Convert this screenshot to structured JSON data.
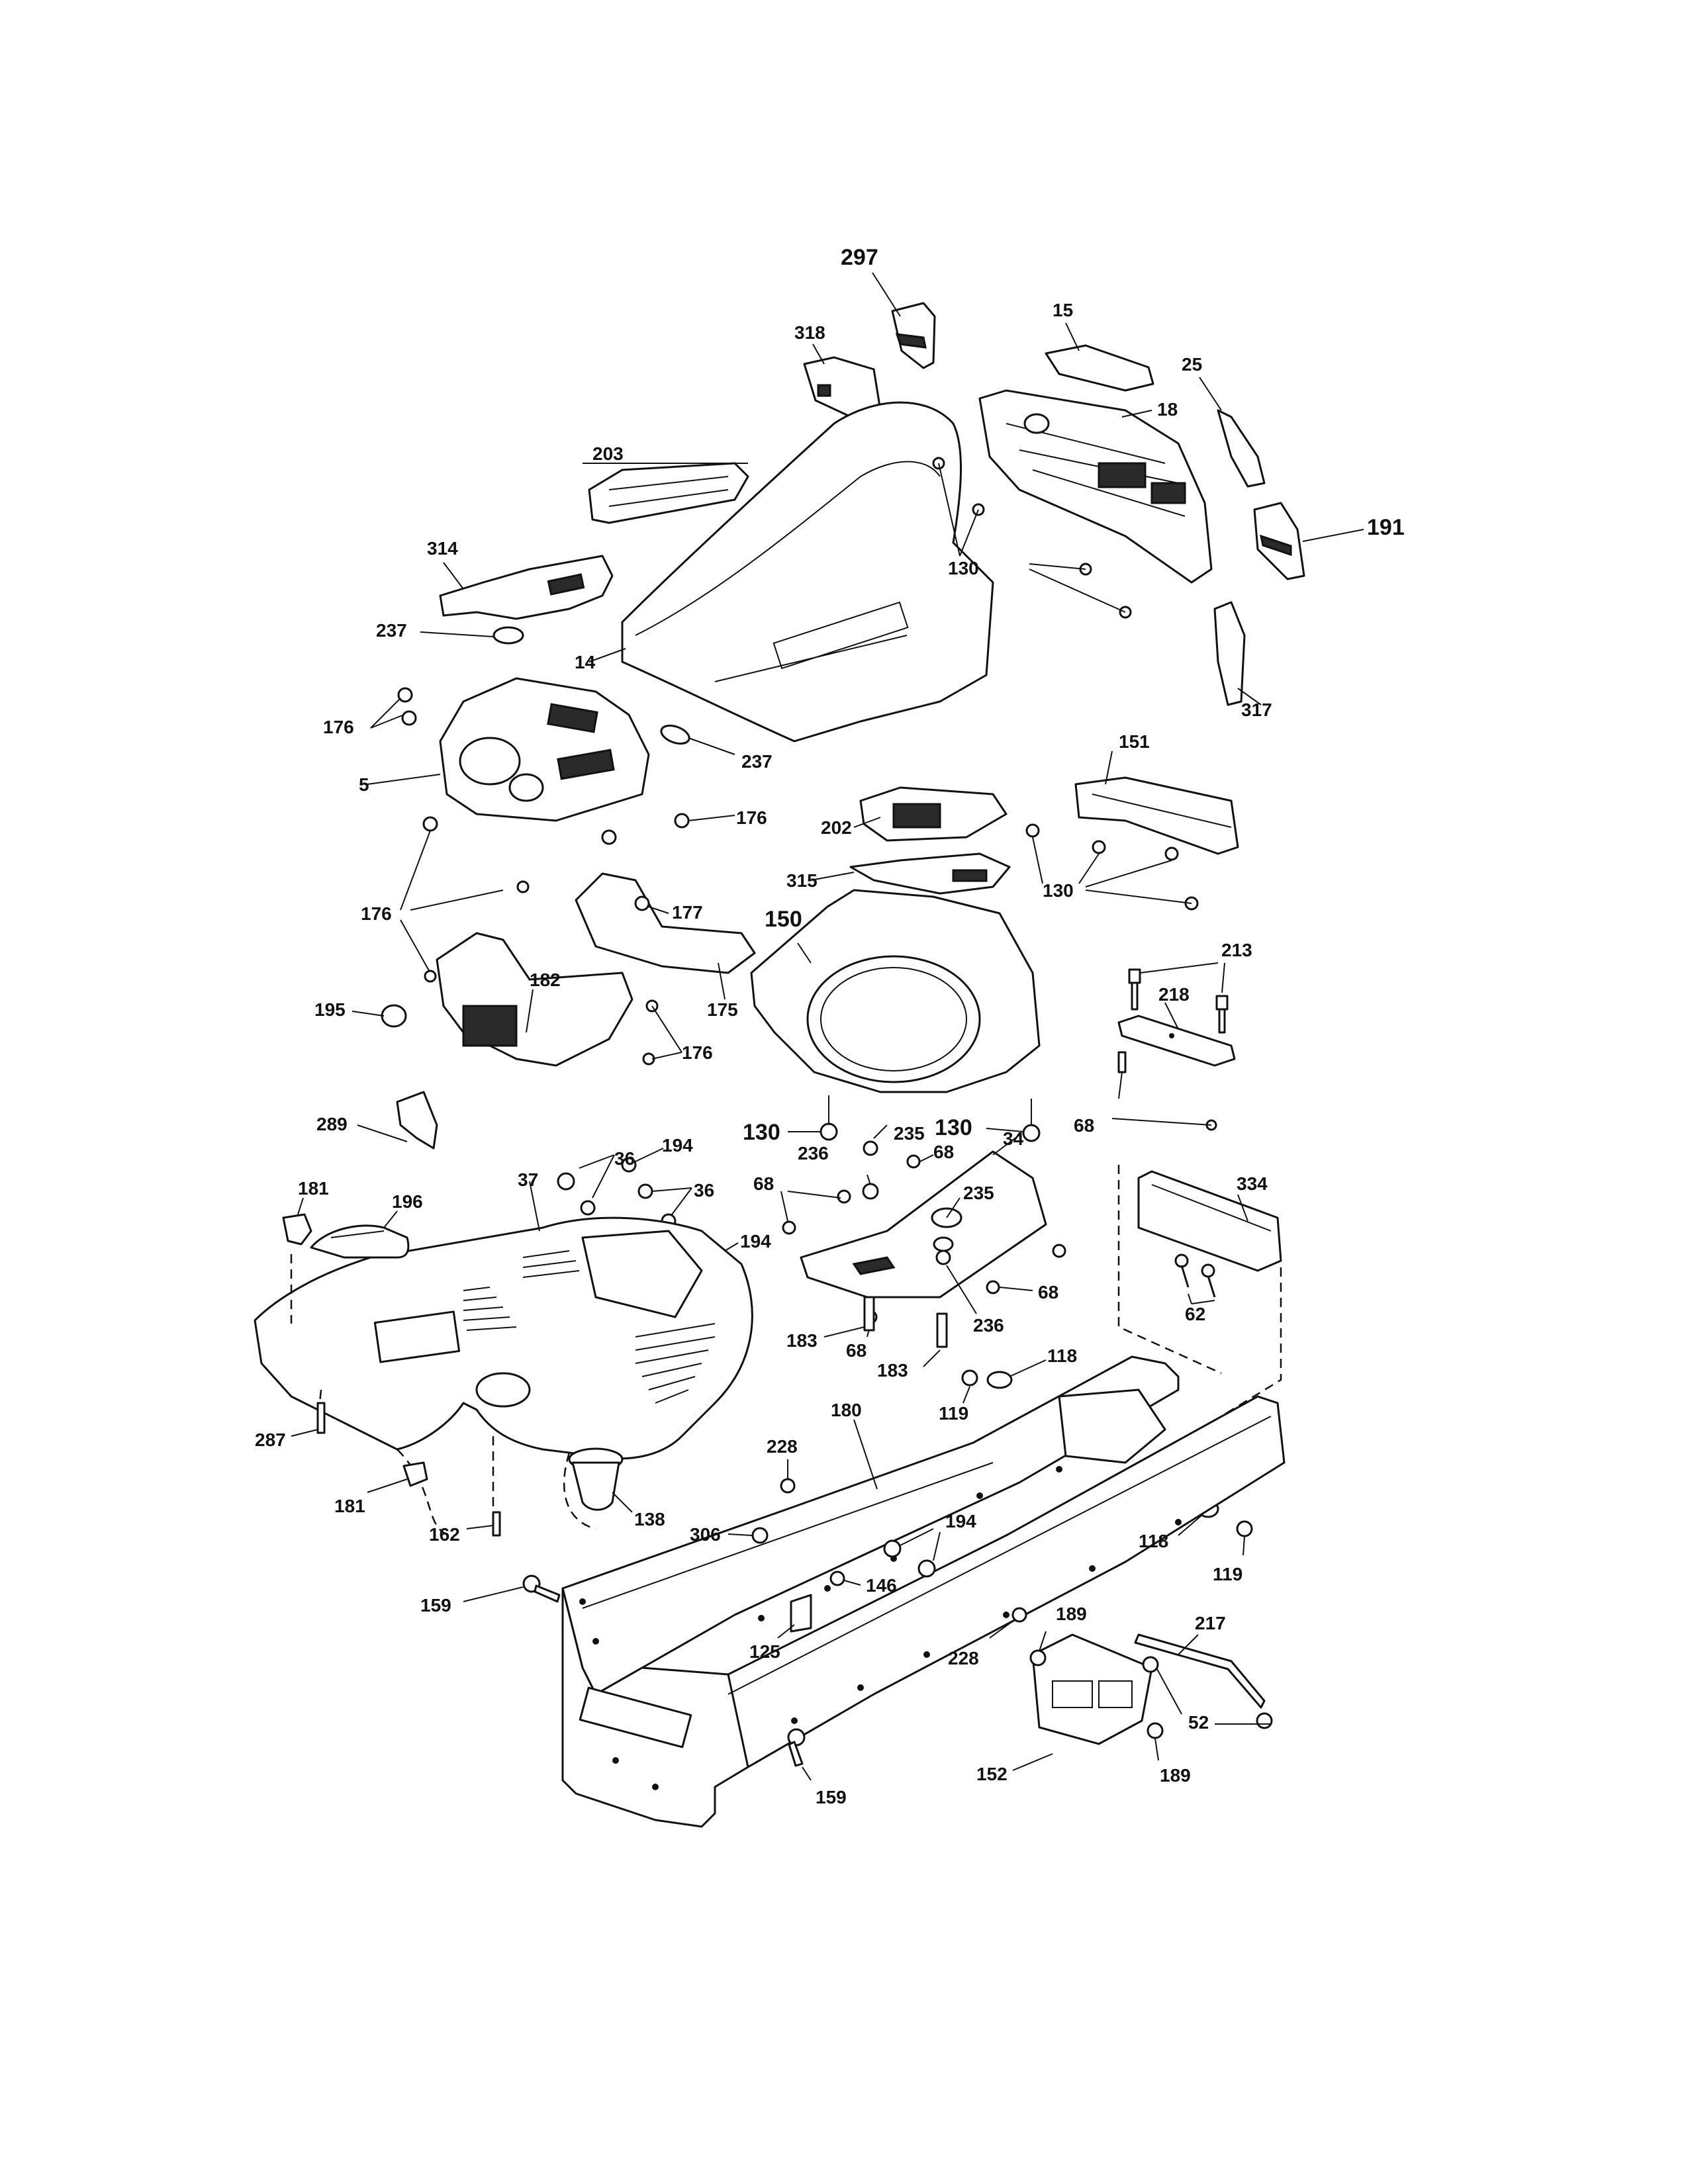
{
  "callouts": {
    "c297": "297",
    "c318": "318",
    "c15": "15",
    "c25": "25",
    "c18": "18",
    "c203": "203",
    "c191": "191",
    "c130a": "130",
    "c314": "314",
    "c237a": "237",
    "c14": "14",
    "c317": "317",
    "c176a": "176",
    "c5": "5",
    "c237b": "237",
    "c176b": "176",
    "c151": "151",
    "c202": "202",
    "c315": "315",
    "c130b": "130",
    "c176c": "176",
    "c177": "177",
    "c150": "150",
    "c182": "182",
    "c175": "175",
    "c213": "213",
    "c218": "218",
    "c195": "195",
    "c176d": "176",
    "c289": "289",
    "c130c": "130",
    "c130d": "130",
    "c68a": "68",
    "c36a": "36",
    "c194a": "194",
    "c235a": "235",
    "c68b": "68",
    "c34": "34",
    "c181a": "181",
    "c37": "37",
    "c236a": "236",
    "c235b": "235",
    "c68c": "68",
    "c334": "334",
    "c196": "196",
    "c36b": "36",
    "c194b": "194",
    "c68d": "68",
    "c62": "62",
    "c183a": "183",
    "c68e": "68",
    "c236b": "236",
    "c183b": "183",
    "c118a": "118",
    "c119a": "119",
    "c287": "287",
    "c228a": "228",
    "c180": "180",
    "c181b": "181",
    "c162": "162",
    "c138": "138",
    "c306": "306",
    "c194c": "194",
    "c118b": "118",
    "c119b": "119",
    "c146": "146",
    "c159a": "159",
    "c189a": "189",
    "c217": "217",
    "c125": "125",
    "c228b": "228",
    "c52": "52",
    "c152": "152",
    "c189b": "189",
    "c159b": "159"
  }
}
